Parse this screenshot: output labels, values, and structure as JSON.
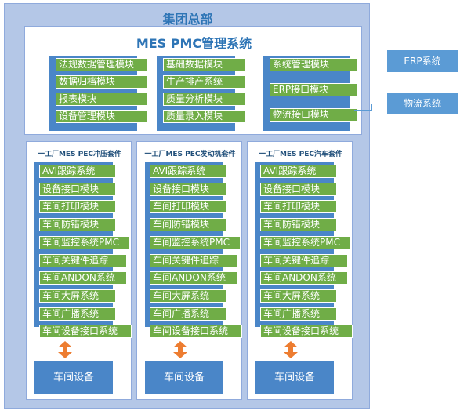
{
  "hq": {
    "title": "集团总部"
  },
  "top": {
    "title": "MES PMC管理系统",
    "col1": [
      "法规数据管理模块",
      "数据归档模块",
      "报表模块",
      "设备管理模块"
    ],
    "col2": [
      "基础数据模块",
      "生产排产系统",
      "质量分析模块",
      "质量录入模块"
    ],
    "col3": [
      "系统管理模块",
      "ERP接口模块",
      "物流接口模块"
    ]
  },
  "external": {
    "erp": "ERP系统",
    "logistics": "物流系统"
  },
  "kits": [
    {
      "title": "一工厂MES PEC冲压套件",
      "items": [
        "AVI跟踪系统",
        "设备接口模块",
        "车间打印模块",
        "车间防错模块",
        "车间监控系统PMC",
        "车间关键件追踪",
        "车间ANDON系统",
        "车间大屏系统",
        "车间广播系统",
        "车间设备接口系统"
      ],
      "device": "车间设备"
    },
    {
      "title": "一工厂MES PEC发动机套件",
      "items": [
        "AVI跟踪系统",
        "设备接口模块",
        "车间打印模块",
        "车间防错模块",
        "车间监控系统PMC",
        "车间关键件追踪",
        "车间ANDON系统",
        "车间大屏系统",
        "车间广播系统",
        "车间设备接口系统"
      ],
      "device": "车间设备"
    },
    {
      "title": "一工厂MES PEC汽车套件",
      "items": [
        "AVI跟踪系统",
        "设备接口模块",
        "车间打印模块",
        "车间防错模块",
        "车间监控系统PMC",
        "车间关键件追踪",
        "车间ANDON系统",
        "车间大屏系统",
        "车间广播系统",
        "车间设备接口系统"
      ],
      "device": "车间设备"
    }
  ],
  "colors": {
    "panel_bg": "#b4c7e7",
    "module_blue": "#4a86c8",
    "item_green": "#70ad47",
    "title_blue": "#2e75b6",
    "external_blue": "#5b9bd5"
  }
}
